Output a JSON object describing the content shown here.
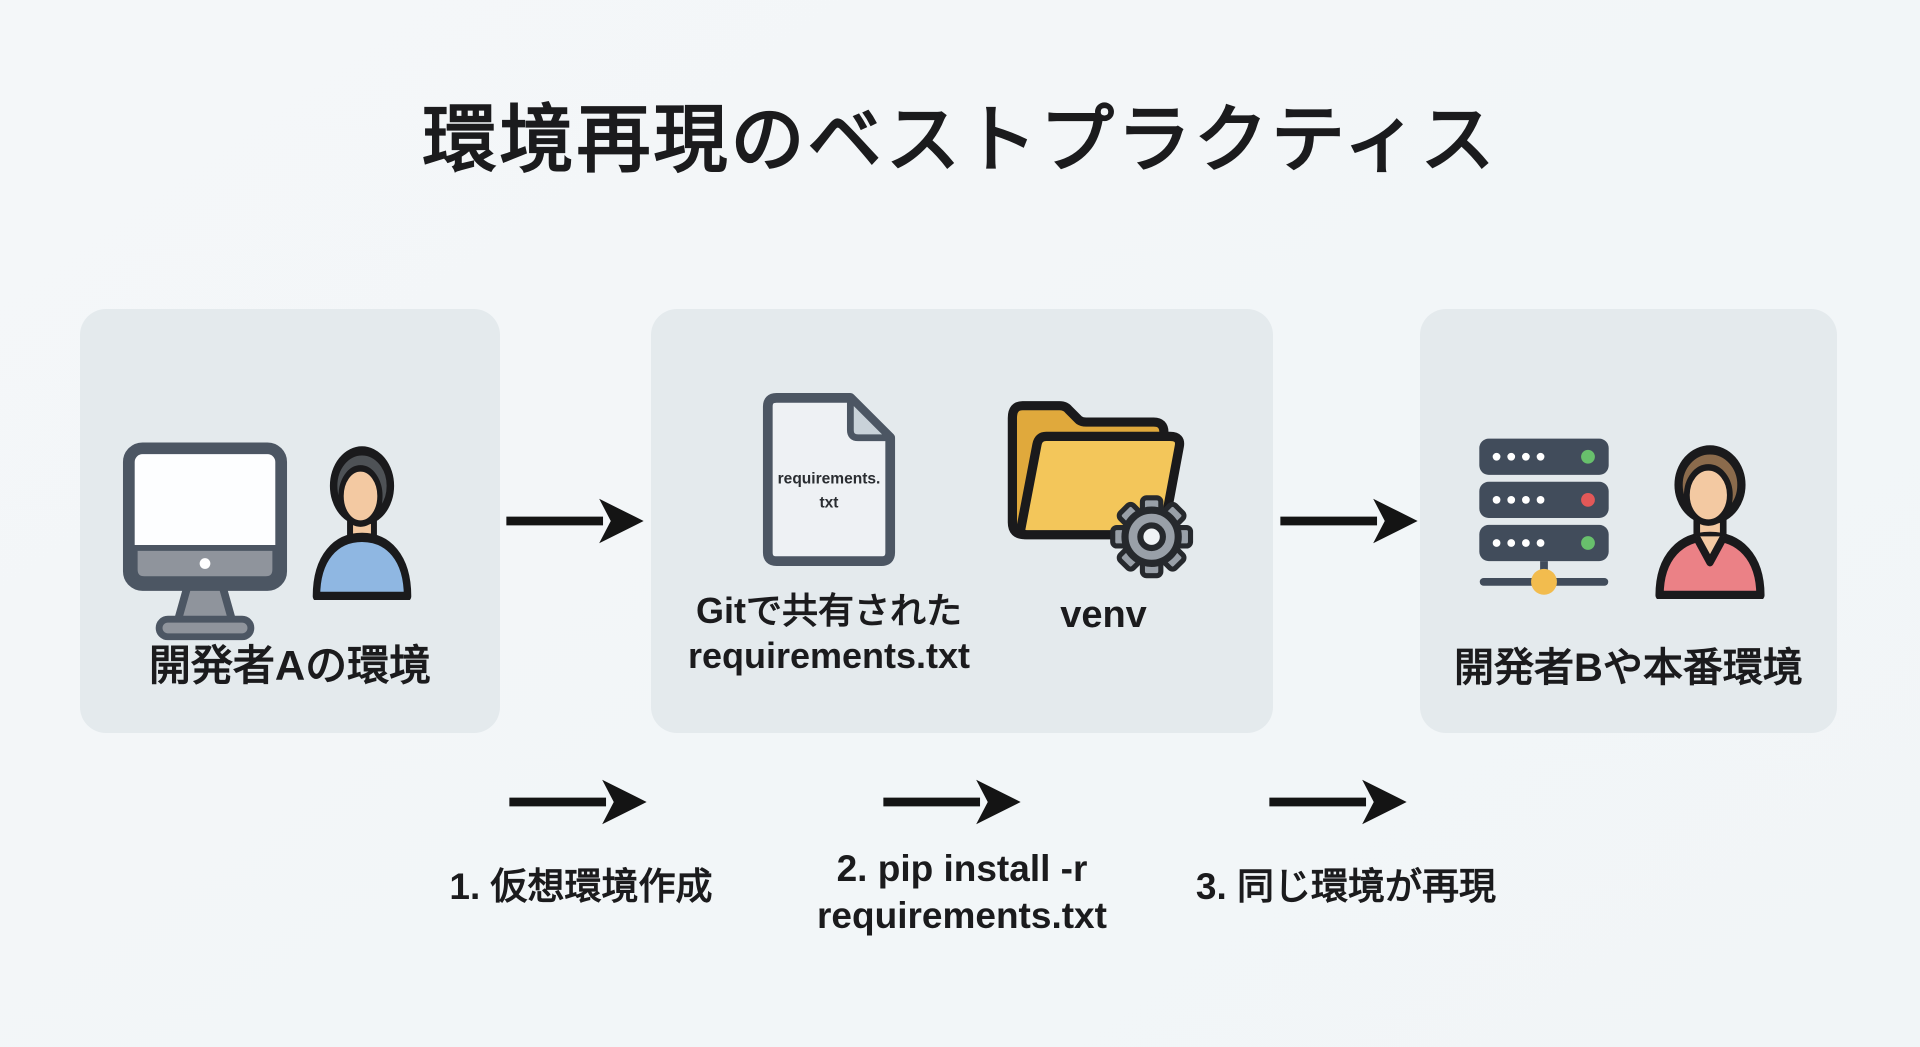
{
  "title": "環境再現のベストプラクティス",
  "boxes": {
    "developer_a": {
      "label": "開発者Aの環境",
      "icons": [
        "monitor-icon",
        "person-a-icon"
      ]
    },
    "shared": {
      "file_icon": {
        "line1": "requirements.",
        "line2": "txt"
      },
      "caption": {
        "line1": "Gitで共有された",
        "line2": "requirements.txt"
      },
      "venv_label": "venv",
      "icons": [
        "file-requirements-icon",
        "folder-venv-icon",
        "gear-icon"
      ]
    },
    "developer_b": {
      "label": "開発者Bや本番環境",
      "icons": [
        "server-stack-icon",
        "person-b-icon"
      ]
    }
  },
  "steps": [
    {
      "number": "1",
      "label": "1. 仮想環境作成"
    },
    {
      "number": "2",
      "line1": "2. pip install -r",
      "line2": "requirements.txt"
    },
    {
      "number": "3",
      "label": "3. 同じ環境が再現"
    }
  ],
  "colors": {
    "background": "#f4f7f9",
    "box_bg": "#e4eaed",
    "text": "#1b1b1d",
    "arrow": "#141414",
    "monitor_frame": "#4c5663",
    "monitor_stand": "#8f949c",
    "person_skin": "#f3c9a2",
    "person_a_hair": "#4e5256",
    "person_a_shirt": "#8fb7e2",
    "person_b_hair": "#8b6b4c",
    "person_b_shirt": "#eb8186",
    "file_fill": "#eef1f4",
    "file_outline": "#4c5663",
    "folder_back": "#e0a93c",
    "folder_front": "#f3c65a",
    "gear": "#99a0a8",
    "server_body": "#414c5b",
    "status_green": "#68c06c",
    "status_red": "#e25858",
    "connector_yellow": "#f2bc4e"
  }
}
